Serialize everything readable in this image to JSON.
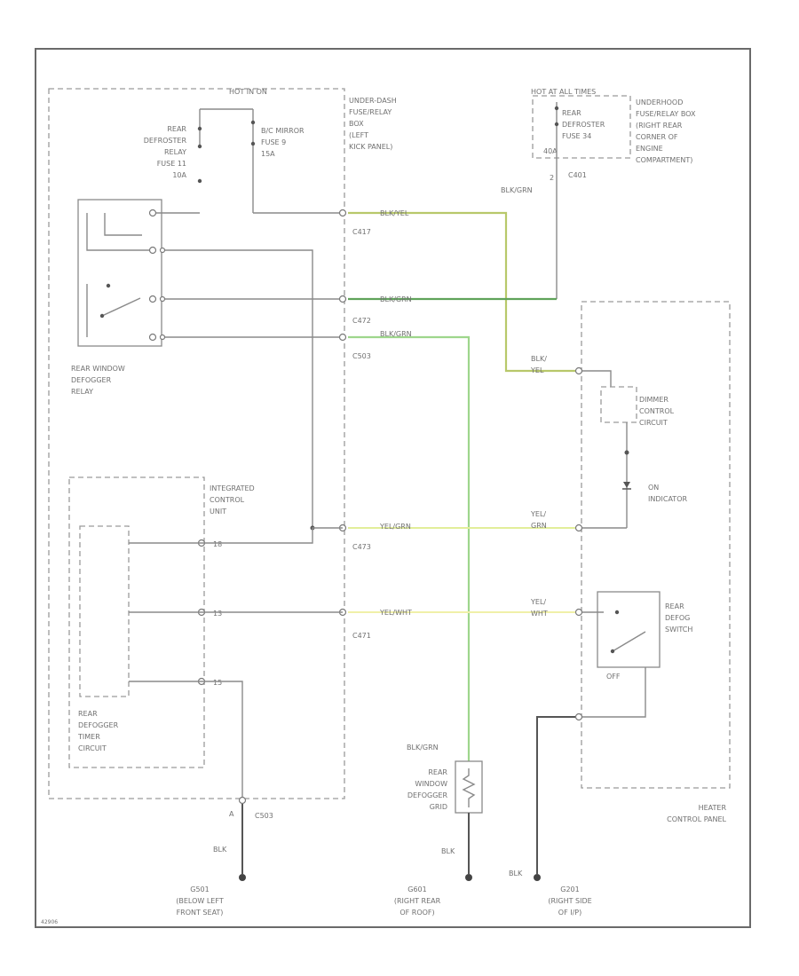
{
  "labels": {
    "hot_run": "HOT IN ON",
    "underdash_box": [
      "UNDER-DASH",
      "FUSE/RELAY",
      "BOX",
      "(LEFT",
      "KICK PANEL)"
    ],
    "rear_defroster_relay_fuse": [
      "REAR",
      "DEFROSTER",
      "RELAY",
      "FUSE 11",
      "10A"
    ],
    "mirror_fuse": [
      "B/C MIRROR",
      "FUSE 9",
      "15A"
    ],
    "hot_at_all_times": "HOT AT ALL TIMES",
    "rear_defroster_fuse": [
      "REAR",
      "DEFROSTER",
      "FUSE 34",
      "40A"
    ],
    "underhood_box": [
      "UNDERHOOD",
      "FUSE/RELAY BOX",
      "(RIGHT REAR",
      "CORNER OF",
      "ENGINE",
      "COMPARTMENT)"
    ],
    "c_top": "C401",
    "pin_2": "2",
    "bla_grn_top": "BLK/GRN",
    "relay_name": [
      "REAR WINDOW",
      "DEFOGGER",
      "RELAY"
    ],
    "wire_blk_yel": "BLK/YEL",
    "wire_blk_grn_1": "BLK/GRN",
    "wire_blk_grn_2": "BLK/GRN",
    "c_row1": "C417",
    "c_row2": "C472",
    "c_row3": "C503",
    "integrated_unit": [
      "INTEGRATED",
      "CONTROL",
      "UNIT"
    ],
    "timer_circuit": [
      "REAR",
      "DEFOGGER",
      "TIMER",
      "CIRCUIT"
    ],
    "wire_yel_grn": "YEL/GRN",
    "wire_yel_wht": "YEL/WHT",
    "c_row4": "C473",
    "c_row5": "C471",
    "icu_pin_a": "18",
    "icu_pin_b": "13",
    "icu_pin_c": "15",
    "heater_blk_yel": [
      "BLK/",
      "YEL"
    ],
    "dimmer_circuit": [
      "DIMMER",
      "CONTROL",
      "CIRCUIT"
    ],
    "on_indicator": [
      "ON",
      "INDICATOR"
    ],
    "heater_yel_grn": [
      "YEL/",
      "GRN"
    ],
    "heater_yel_wht": [
      "YEL/",
      "WHT"
    ],
    "rear_defog_switch": [
      "REAR",
      "DEFOG",
      "SWITCH"
    ],
    "switch_off": "OFF",
    "heater_panel": [
      "HEATER",
      "CONTROL PANEL"
    ],
    "grid_blk_grn": "BLK/GRN",
    "rear_defogger_grid": [
      "REAR",
      "WINDOW",
      "DEFOGGER",
      "GRID"
    ],
    "c_bottom": "C503",
    "pin_a": "A",
    "blk_1": "BLK",
    "blk_2": "BLK",
    "blk_3": "BLK",
    "g_left": [
      "G501",
      "(BELOW LEFT",
      "FRONT SEAT)"
    ],
    "g_mid": [
      "G601",
      "(RIGHT REAR",
      "OF ROOF)"
    ],
    "g_right": [
      "G201",
      "(RIGHT SIDE",
      "OF I/P)"
    ],
    "figure_code": "42906"
  },
  "wire_colors": {
    "blk_yel": "#b8c86a",
    "blk_grn": "#5fa35a",
    "grid_feed": "#9ed68c",
    "yel_grn": "#e2ee9a",
    "yel_wht": "#f0f0a8"
  }
}
